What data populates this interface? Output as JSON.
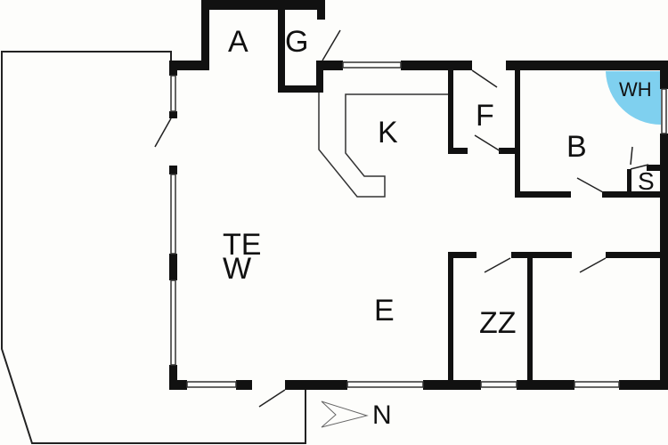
{
  "rooms": {
    "a": "A",
    "g": "G",
    "k": "K",
    "f": "F",
    "b": "B",
    "wh": "WH",
    "s": "S",
    "te": "TE",
    "w": "W",
    "e": "E",
    "zz": "ZZ"
  },
  "compass": {
    "label": "N"
  },
  "colors": {
    "wall": "#111111",
    "water_heater": "#7fd0ef",
    "background": "#fdfdfb"
  }
}
